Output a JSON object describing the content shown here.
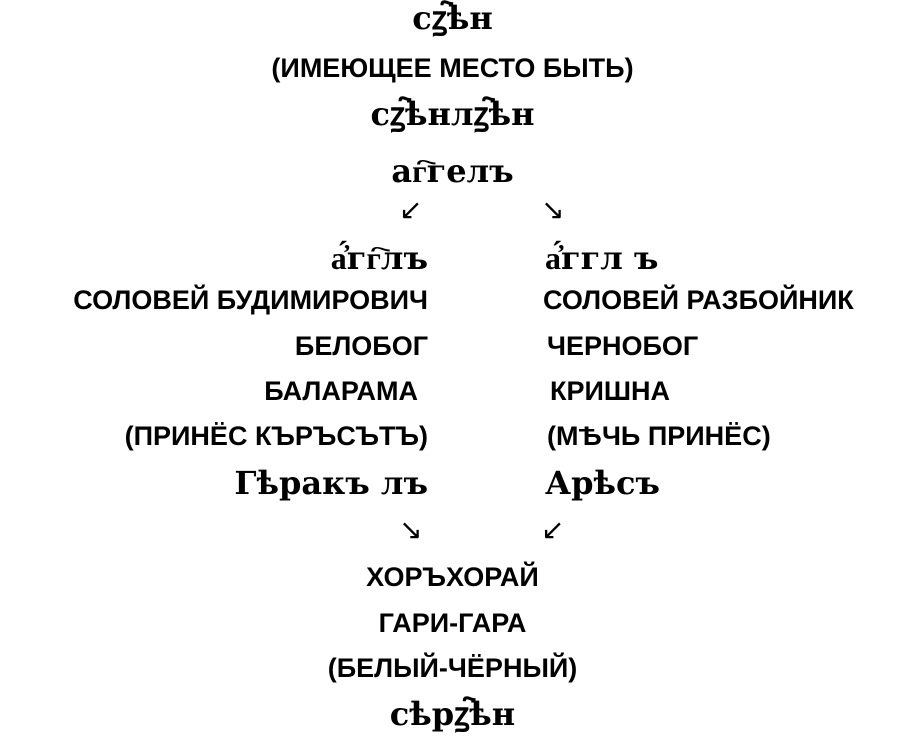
{
  "top": {
    "word1": "сꙁ҇ѣн",
    "note1": "(ИМЕЮЩЕЕ МЕСТО БЫТЬ)",
    "word2": "сꙁ҇ѣнлꙁ҇ѣн",
    "word3": "аг҇гелъ"
  },
  "arrows": {
    "split_left": "↙",
    "split_right": "↘",
    "merge_left": "↘",
    "merge_right": "↙"
  },
  "left": {
    "slavonic_top": "а҆́гг҇лъ",
    "line1": "СОЛОВЕЙ БУДИМИРОВИЧ",
    "line2": "БЕЛОБОГ",
    "line3": "БАЛАРАМА",
    "line4": "(ПРИНЁС КЪРЪСЪТЪ)",
    "slavonic_bottom": "Гѣракъ лъ"
  },
  "right": {
    "slavonic_top": "а҆́ггл ъ",
    "line1": "СОЛОВЕЙ РАЗБОЙНИК",
    "line2": "ЧЕРНОБОГ",
    "line3": "КРИШНА",
    "line4": "(МѢЧЬ ПРИНЁС)",
    "slavonic_bottom": "Арѣсъ"
  },
  "bottom": {
    "line1": "ХОРЪХОРАЙ",
    "line2": "ГАРИ-ГАРА",
    "line3": "(БЕЛЫЙ-ЧЁРНЫЙ)",
    "word": "сѣрꙁ҇ѣн"
  }
}
